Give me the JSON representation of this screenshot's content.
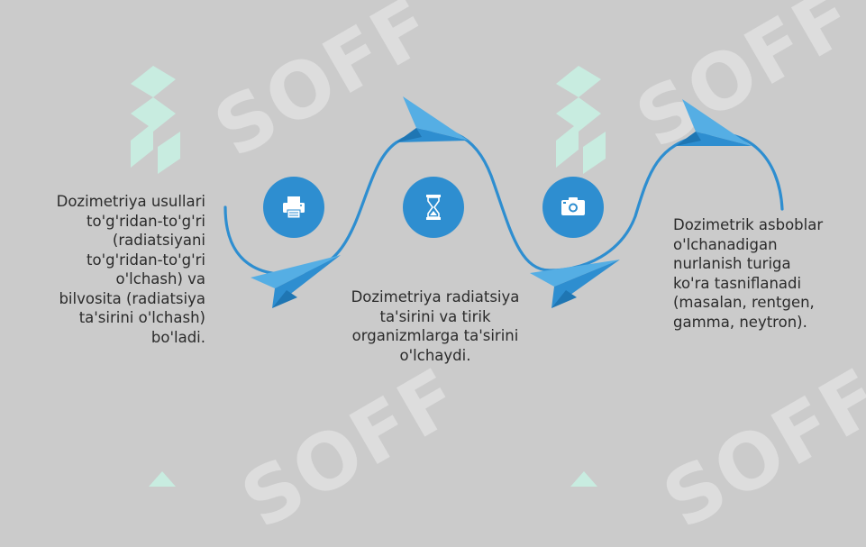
{
  "steps": [
    {
      "icon": "printer-icon",
      "text": "Dozimetriya usullari\nto'g'ridan-to'g'ri\n(radiatsiyani\nto'g'ridan-to'g'ri\no'lchash) va\nbilvosita (radiatsiya\nta'sirini o'lchash)\nbo'ladi."
    },
    {
      "icon": "hourglass-icon",
      "text": "Dozimetriya radiatsiya\nta'sirini va tirik\norganizmlarga ta'sirini\no'lchaydi."
    },
    {
      "icon": "camera-icon",
      "text": "Dozimetrik asboblar\no'lchanadigan\nnurlanish turiga\nko'ra tasniflanadi\n(masalan, rentgen,\ngamma, neytron)."
    }
  ],
  "watermark": {
    "text": "SOFF"
  },
  "colors": {
    "background": "#cbcbcb",
    "accent": "#2e8ed0",
    "plane_light": "#55aee4",
    "watermark_logo": "#c8efe2"
  }
}
